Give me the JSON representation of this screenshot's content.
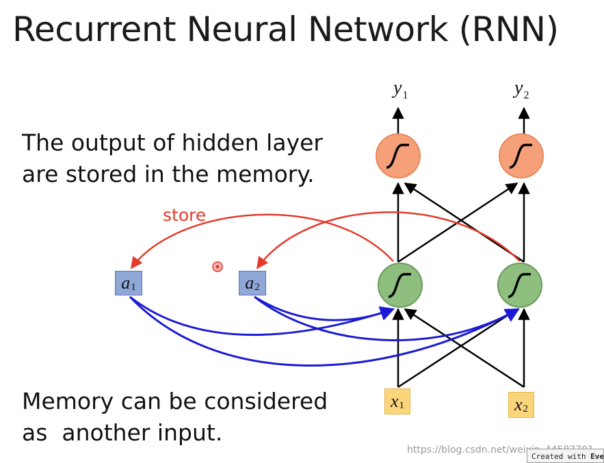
{
  "title": "Recurrent Neural Network (RNN)",
  "top_text": [
    "The output of hidden layer",
    "are stored in the memory."
  ],
  "bottom_text": [
    "Memory can be considered",
    "as  another input."
  ],
  "store_label": "store",
  "memory_cells": [
    {
      "symbol": "a",
      "sub": "1"
    },
    {
      "symbol": "a",
      "sub": "2"
    }
  ],
  "inputs": [
    {
      "symbol": "x",
      "sub": "1"
    },
    {
      "symbol": "x",
      "sub": "2"
    }
  ],
  "outputs": [
    {
      "symbol": "y",
      "sub": "1"
    },
    {
      "symbol": "y",
      "sub": "2"
    }
  ],
  "watermark": "https://blog.csdn.net/weixin_44587701",
  "created_with": {
    "prefix": "Created with ",
    "brand": "Eve"
  },
  "colors": {
    "store_arrow": "#e53a2a",
    "memory_arrow": "#1a1ad4",
    "hidden_neuron": "#8fbf7f",
    "output_neuron": "#f6a07a",
    "memory_box": "#8fa8d8",
    "input_box": "#fbd57c"
  }
}
